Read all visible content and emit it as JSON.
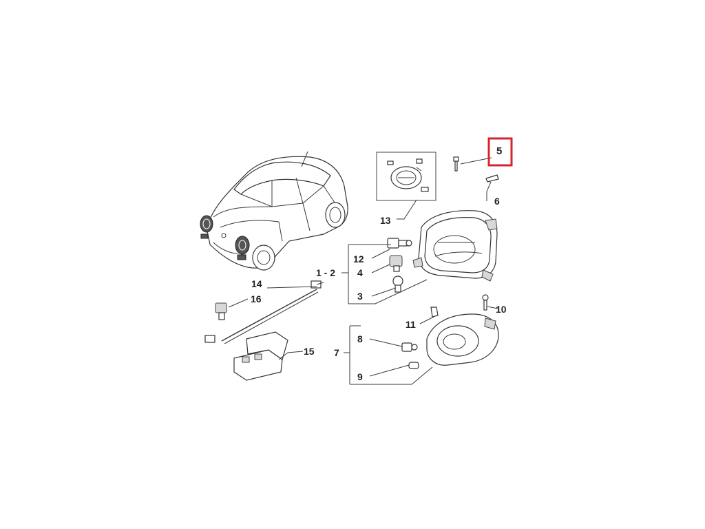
{
  "diagram": {
    "highlight_color": "#d6232e",
    "highlighted_label": "5",
    "labels": {
      "l1_2": "1 - 2",
      "l3": "3",
      "l4": "4",
      "l5": "5",
      "l6": "6",
      "l7": "7",
      "l8": "8",
      "l9": "9",
      "l10": "10",
      "l11": "11",
      "l12": "12",
      "l13": "13",
      "l14": "14",
      "l15": "15",
      "l16": "16"
    }
  }
}
